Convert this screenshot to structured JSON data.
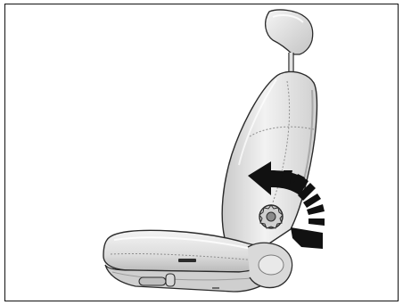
{
  "figure": {
    "subject": "seat-backrest-recline-knob-illustration",
    "colors": {
      "frame": "#111111",
      "seat_light": "#efefef",
      "seat_mid": "#d4d4d4",
      "seat_shadow": "#a9a9a9",
      "outline": "#2b2b2b",
      "arrow_fill": "#111111",
      "background": "#ffffff"
    },
    "arrow": {
      "direction": "counter-clockwise",
      "meaning": "backrest-angle-adjust"
    },
    "knob": {
      "icon": "rotary-knob-icon"
    }
  }
}
